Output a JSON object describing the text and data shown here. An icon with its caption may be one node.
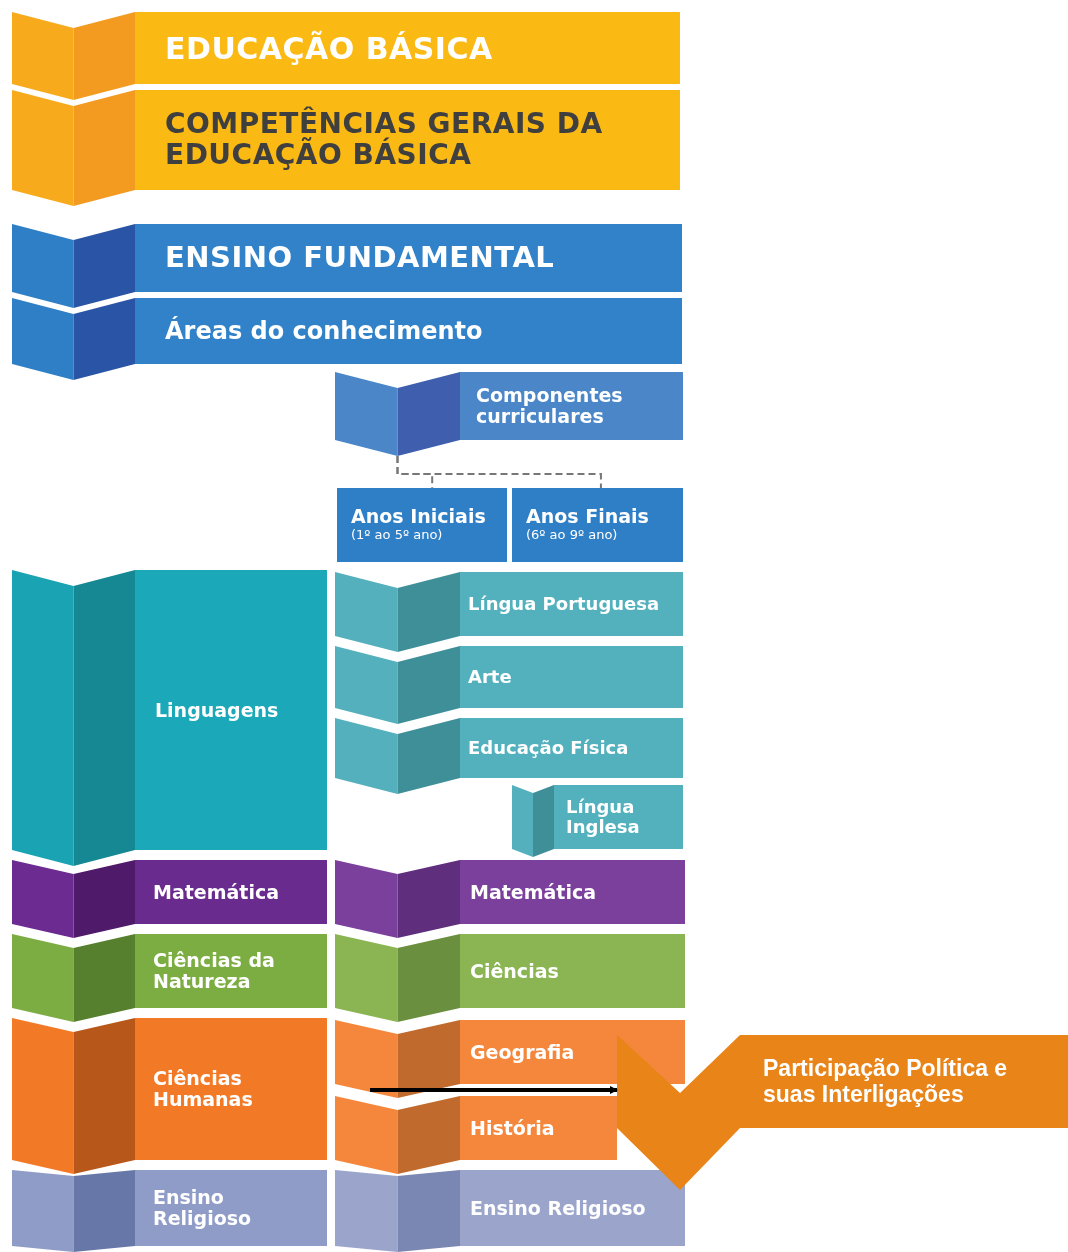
{
  "diagram": {
    "nodes": [
      {
        "text": [
          "EDUCAÇÃO BÁSICA"
        ]
      },
      {
        "text": [
          "COMPETÊNCIAS GERAIS DA EDUCAÇÃO BÁSICA"
        ]
      },
      {
        "text": [
          "ENSINO FUNDAMENTAL"
        ]
      },
      {
        "text": [
          "Áreas do conhecimento"
        ]
      },
      {
        "text": [
          "Componentes curriculares"
        ]
      },
      {
        "text": [
          "Anos Iniciais",
          "(1º ao 5º ano)"
        ]
      },
      {
        "text": [
          "Anos Finais",
          "(6º ao 9º ano)"
        ]
      },
      {
        "text": [
          "Linguagens"
        ]
      },
      {
        "text": [
          "Língua Portuguesa"
        ]
      },
      {
        "text": [
          "Arte"
        ]
      },
      {
        "text": [
          "Educação Física"
        ]
      },
      {
        "text": [
          "Língua Inglesa"
        ]
      },
      {
        "text": [
          "Matemática"
        ]
      },
      {
        "text": [
          "Matemática"
        ]
      },
      {
        "text": [
          "Ciências da Natureza"
        ]
      },
      {
        "text": [
          "Ciências"
        ]
      },
      {
        "text": [
          "Ciências Humanas"
        ]
      },
      {
        "text": [
          "Geografia"
        ]
      },
      {
        "text": [
          "História"
        ]
      },
      {
        "text": [
          "Ensino Religioso"
        ]
      },
      {
        "text": [
          "Ensino Religioso"
        ]
      },
      {
        "text": [
          "Participação Política e suas Interligações"
        ]
      }
    ],
    "edges": [
      {
        "from": 4,
        "to": 5,
        "arrow": "none",
        "style": "dashed"
      },
      {
        "from": 4,
        "to": 6,
        "arrow": "none",
        "style": "dashed"
      },
      {
        "from": 17,
        "to": 21,
        "arrow": "to",
        "style": "thick",
        "color": "#000000"
      }
    ]
  }
}
